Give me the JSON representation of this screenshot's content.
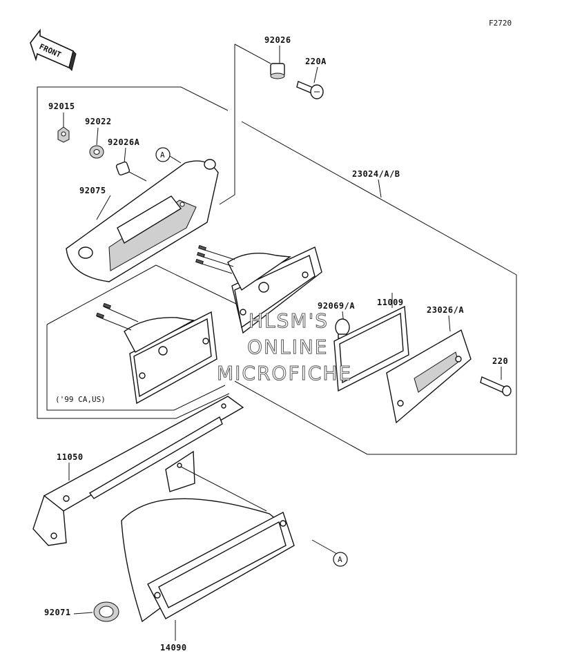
{
  "figure_code": "F2720",
  "front_label": "FRONT",
  "variant_note": "('99 CA,US)",
  "ref_marker": "A",
  "watermark": [
    "HLSM'S",
    "ONLINE",
    "MICROFICHE"
  ],
  "parts": {
    "p92026": "92026",
    "p220A": "220A",
    "p92015": "92015",
    "p92022": "92022",
    "p92026A": "92026A",
    "p92075": "92075",
    "p23024": "23024/A/B",
    "p11009": "11009",
    "p92069": "92069/A",
    "p23026": "23026/A",
    "p220": "220",
    "p11050": "11050",
    "p92071": "92071",
    "p14090": "14090"
  }
}
